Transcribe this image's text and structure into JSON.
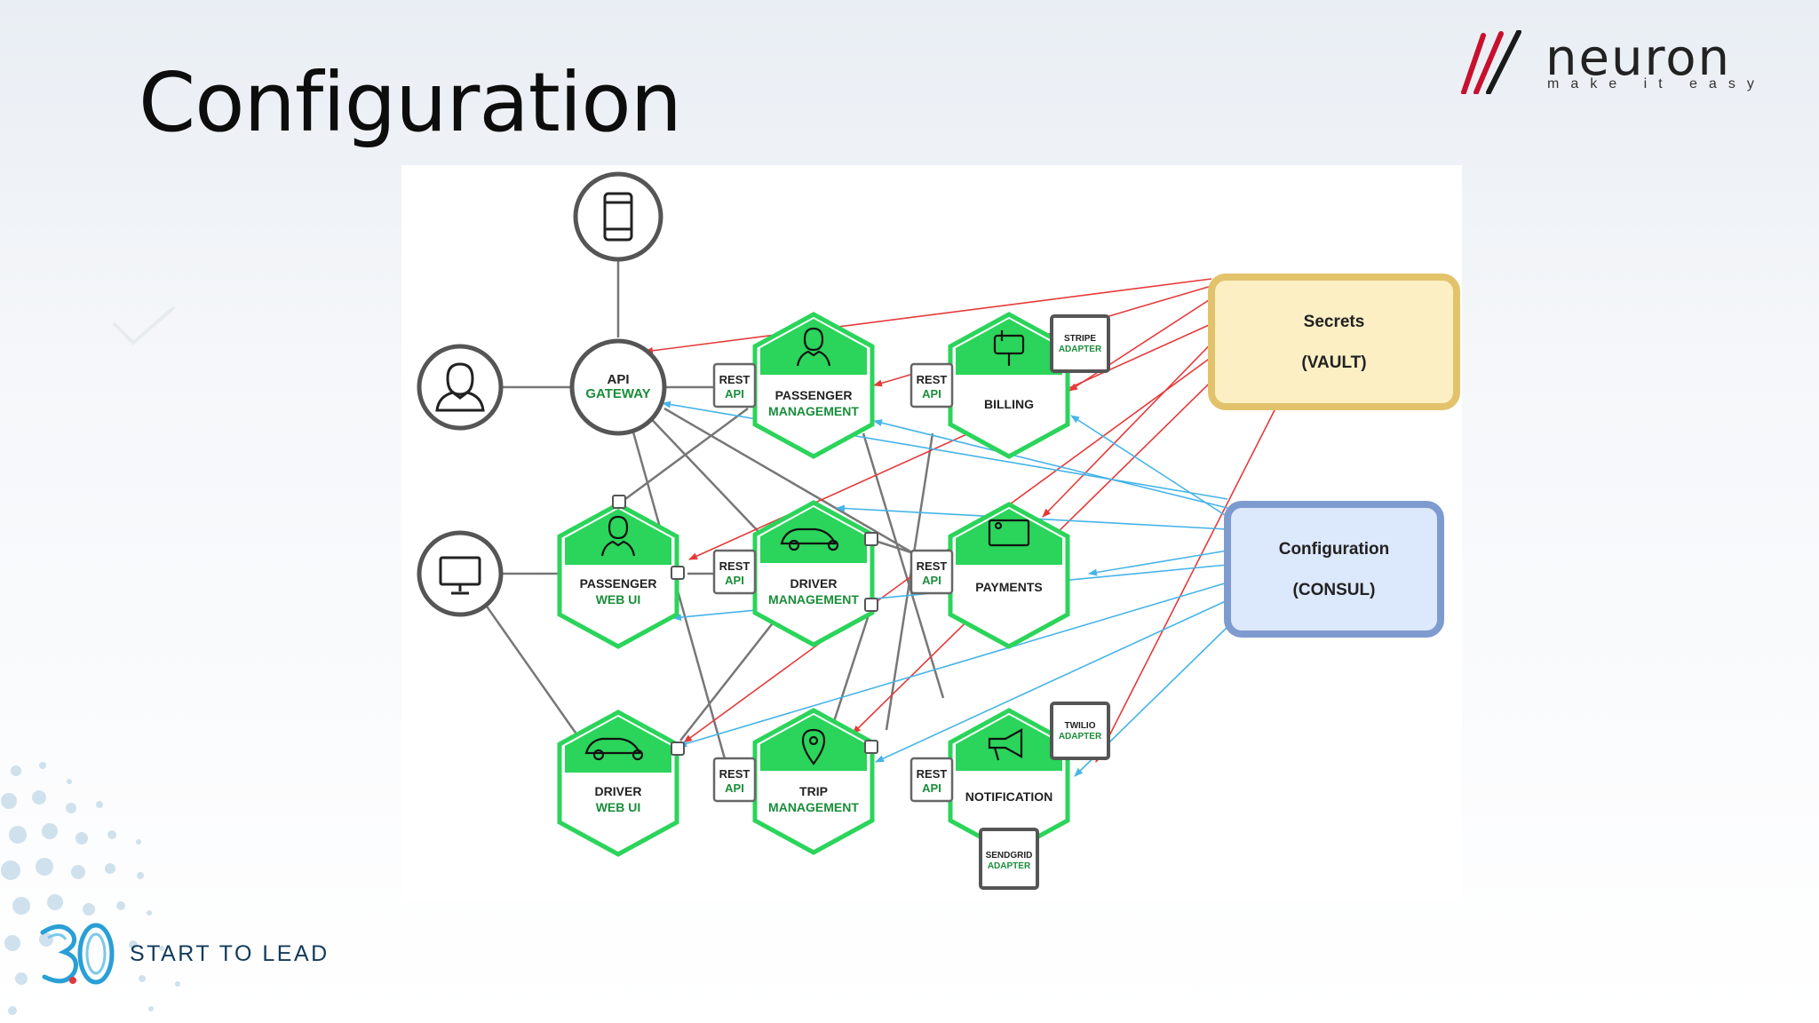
{
  "slide": {
    "title": "Configuration"
  },
  "brand": {
    "name": "neuron",
    "tagline": "make it easy"
  },
  "footer": {
    "slogan": "START TO LEAD",
    "badge": "30"
  },
  "diagram": {
    "clients": {
      "mobile": "mobile-phone-icon",
      "person": "person-icon",
      "desktop": "monitor-icon"
    },
    "gateway": {
      "line1": "API",
      "line2": "GATEWAY"
    },
    "rest_api": {
      "line1": "REST",
      "line2": "API"
    },
    "services": {
      "passenger_management": {
        "line1": "PASSENGER",
        "line2": "MANAGEMENT"
      },
      "billing": {
        "line1": "BILLING"
      },
      "passenger_web_ui": {
        "line1": "PASSENGER",
        "line2": "WEB UI"
      },
      "driver_management": {
        "line1": "DRIVER",
        "line2": "MANAGEMENT"
      },
      "payments": {
        "line1": "PAYMENTS"
      },
      "driver_web_ui": {
        "line1": "DRIVER",
        "line2": "WEB UI"
      },
      "trip_management": {
        "line1": "TRIP",
        "line2": "MANAGEMENT"
      },
      "notification": {
        "line1": "NOTIFICATION"
      }
    },
    "adapters": {
      "stripe": {
        "line1": "STRIPE",
        "line2": "ADAPTER"
      },
      "twilio": {
        "line1": "TWILIO",
        "line2": "ADAPTER"
      },
      "sendgrid": {
        "line1": "SENDGRID",
        "line2": "ADAPTER"
      }
    },
    "secrets_box": {
      "line1": "Secrets",
      "line2": "(VAULT)"
    },
    "config_box": {
      "line1": "Configuration",
      "line2": "(CONSUL)"
    },
    "colors": {
      "hex_green": "#2bd45a",
      "dark_green": "#1a8d3a",
      "secrets_fill": "#fcefc4",
      "secrets_stroke": "#e2c36c",
      "config_fill": "#dce8fb",
      "config_stroke": "#7e9bd0",
      "red_arrow": "#e53a3a",
      "blue_arrow": "#45b4e8",
      "grey_line": "#777777"
    }
  }
}
